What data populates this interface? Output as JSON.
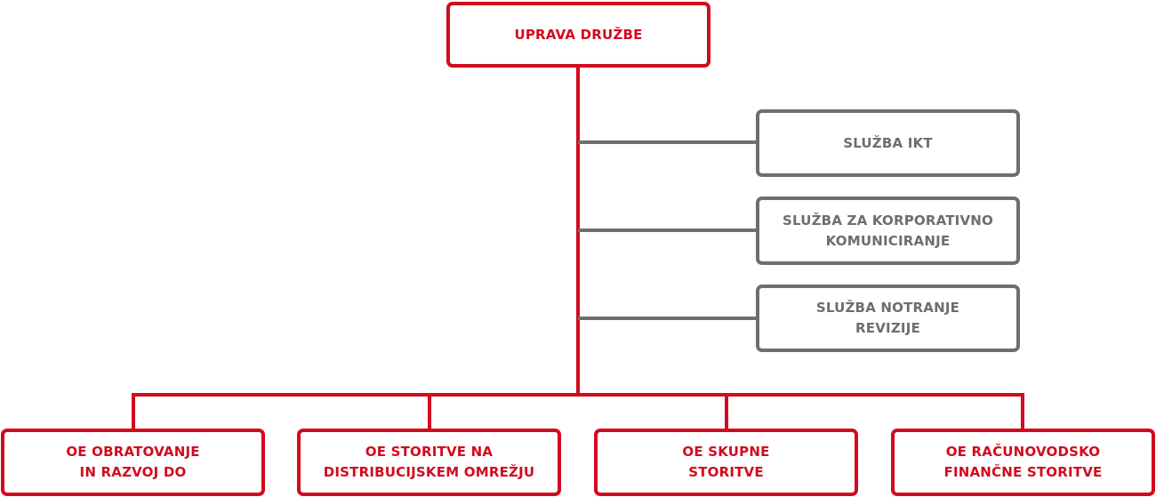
{
  "root": {
    "label": "UPRAVA DRUŽBE"
  },
  "staff_services": [
    {
      "label": "SLUŽBA IKT"
    },
    {
      "label": "SLUŽBA ZA KORPORATIVNO\nKOMUNICIRANJE"
    },
    {
      "label": "SLUŽBA NOTRANJE\nREVIZIJE"
    }
  ],
  "units": [
    {
      "label": "OE OBRATOVANJE\nIN RAZVOJ DO"
    },
    {
      "label": "OE STORITVE NA\nDISTRIBUCIJSKEM OMREŽJU"
    },
    {
      "label": "OE SKUPNE\nSTORITVE"
    },
    {
      "label": "OE RAČUNOVODSKO\nFINANČNE STORITVE"
    }
  ],
  "colors": {
    "primary": "#d20a1e",
    "staff": "#6e6e6e",
    "background": "#ffffff"
  }
}
